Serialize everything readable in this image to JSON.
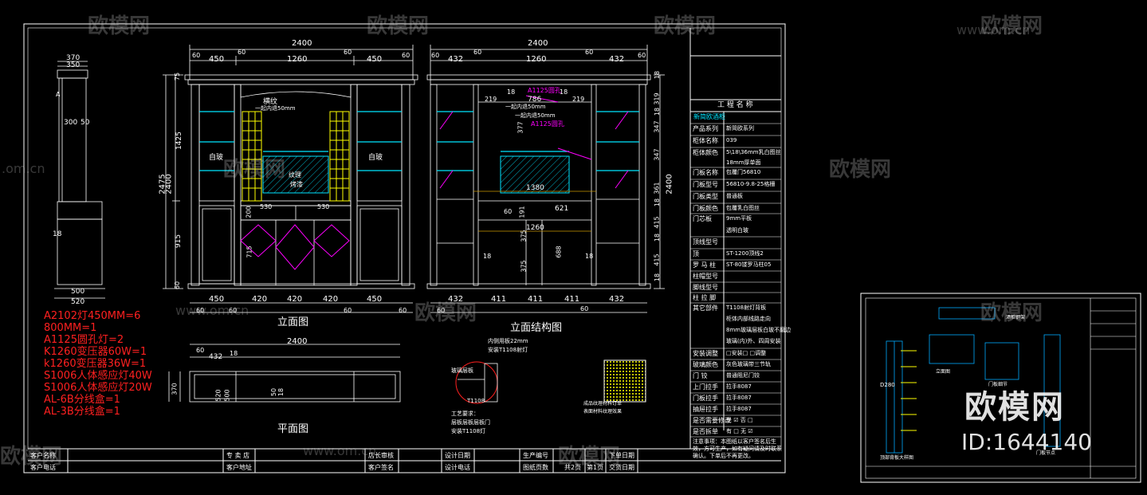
{
  "watermark": {
    "brand": "欧模网",
    "url": "www.om.cn",
    "url_short": ".om.cn",
    "id_text": "ID:1644140"
  },
  "side_view": {
    "top_dims": [
      "370",
      "350"
    ],
    "mid_dims": [
      "300",
      "50"
    ],
    "mark_18": "18",
    "mark_a": "A",
    "bottom_dims": [
      "500",
      "520"
    ]
  },
  "front_view": {
    "title": "立面图",
    "total_width": "2400",
    "top_segments": [
      "60",
      "450",
      "60",
      "1260",
      "60",
      "450",
      "60"
    ],
    "bottom_segments": [
      "60",
      "450",
      "60",
      "420",
      "420",
      "420",
      "60",
      "450",
      "60"
    ],
    "height_total": "2475",
    "height_inner": "2400",
    "heights": [
      "75",
      "1425",
      "915",
      "60"
    ],
    "labels": [
      "横纹",
      "一起内退50mm",
      "自玻",
      "自玻",
      "纹理",
      "烤漆",
      "530",
      "530",
      "200",
      "715"
    ]
  },
  "structure_view": {
    "title": "立面结构图",
    "total_width": "2400",
    "top_segments": [
      "60",
      "432",
      "60",
      "1260",
      "60",
      "432",
      "60"
    ],
    "bottom_segments": [
      "60",
      "432",
      "411",
      "411",
      "411",
      "432",
      "60"
    ],
    "right_heights": [
      "18",
      "319",
      "18",
      "347",
      "347",
      "361",
      "18",
      "415",
      "18",
      "415",
      "18"
    ],
    "right_total": "2400",
    "labels": [
      "18",
      "219",
      "786",
      "219",
      "18",
      "A1125圆孔",
      "一起内退50mm",
      "A1125圆孔",
      "一起内退50mm",
      "377",
      "1380",
      "621",
      "1260",
      "191",
      "60",
      "375",
      "688",
      "18",
      "18",
      "375"
    ]
  },
  "plan_view": {
    "title": "平面图",
    "total_width": "2400",
    "segments": [
      "60",
      "432",
      "18"
    ],
    "depths": [
      "370",
      "520",
      "500",
      "50",
      "18"
    ]
  },
  "detail_notes": {
    "top": "内侧用板22mm",
    "top2": "安装T1108射灯",
    "side": "玻璃层板",
    "side2": "T1108",
    "bottom_title": "工艺要求：",
    "bottom1": "层板层板层板门",
    "bottom2": "安装T1108灯",
    "texture1": "成品纹理材料订单",
    "texture2": "表面材料纹理效果"
  },
  "parts_list": [
    "A2102灯450MM=6",
    "800MM=1",
    "A1125圆孔灯=2",
    "K1260变压器60W=1",
    "k1260变压器36W=1",
    "S1006人体感应灯40W",
    "S1006人体感应灯20W",
    "AL-6B分线盒=1",
    "AL-3B分线盒=1"
  ],
  "spec_table": {
    "header": "工 程 名 称",
    "project": "新简欧酒柜",
    "rows": [
      {
        "label": "产品系列",
        "value": "新简欧系列"
      },
      {
        "label": "柜体名称",
        "value": "039"
      },
      {
        "label": "柜体颜色",
        "value": "5\\18\\36mm乳白图丝"
      },
      {
        "label": "",
        "value": "18mm厚单面"
      },
      {
        "label": "门板名称",
        "value": "包覆门56810"
      },
      {
        "label": "门板型号",
        "value": "56810-9.8-25格栅"
      },
      {
        "label": "门板类型",
        "value": "普通板"
      },
      {
        "label": "门板颜色",
        "value": "包覆乳白图丝"
      },
      {
        "label": "门芯板",
        "value": "9mm平板"
      },
      {
        "label": "",
        "value": "透明白玻"
      },
      {
        "label": "顶线型号",
        "value": ""
      },
      {
        "label": "顶",
        "value": "ST-1200顶线2"
      },
      {
        "label": "罗 马 柱",
        "value": "ST-80镂罗马柱05"
      },
      {
        "label": "柱帽型号",
        "value": ""
      },
      {
        "label": "脚线型号",
        "value": ""
      },
      {
        "label": "柱 拉 脚",
        "value": ""
      },
      {
        "label": "其它部件",
        "value": "T1108射灯背板"
      },
      {
        "label": "",
        "value": "柜体内部线路走向"
      },
      {
        "label": "",
        "value": "8mm玻璃层板白玻不磨边"
      },
      {
        "label": "",
        "value": "玻璃(内)外、四周安装"
      },
      {
        "label": "安装调整",
        "value": "□安装□ □调整"
      },
      {
        "label": "玻璃颜色",
        "value": "灰色玻璃带三节轨"
      },
      {
        "label": "门  铰",
        "value": "普通阻尼门铰"
      },
      {
        "label": "上门拉手",
        "value": "拉手8087"
      },
      {
        "label": "门板拉手",
        "value": "拉手8087"
      },
      {
        "label": "抽屉拉手",
        "value": "拉手8087"
      },
      {
        "label": "是否需要修改",
        "value": "是 ☑  否 □"
      },
      {
        "label": "是否拆单",
        "value": "有 □  无 ☑"
      }
    ],
    "note": "注意事项：本图纸以客户签名后生效，方可生产，如有疑问请及时联系确认。下单后不再更改。"
  },
  "bottom_table": {
    "cells": [
      "客户名称",
      "客户电话",
      "专 卖 店",
      "客户地址",
      "店长审核",
      "客户签名",
      "设计日期",
      "设计电话",
      "生产编号",
      "图纸页数",
      "共2页",
      "第1页",
      "下单日期",
      "交货日期"
    ]
  },
  "thumbnail": {
    "labels": [
      "酒柜钢架",
      "立面图",
      "门板细节",
      "门板节点",
      "D280",
      "顶部背板大样图"
    ]
  }
}
